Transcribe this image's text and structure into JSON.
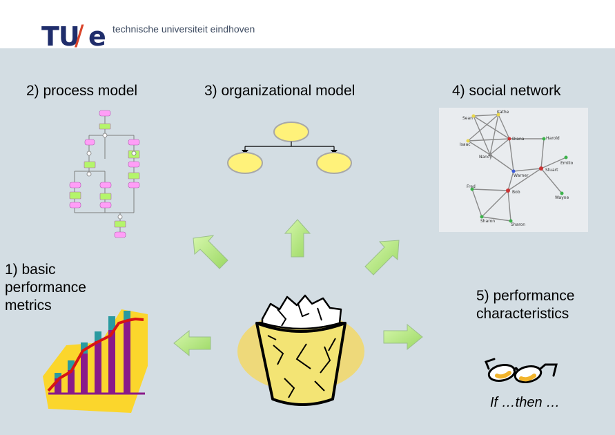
{
  "header": {
    "logo_tu": "TU",
    "logo_slash": "/",
    "logo_e": "e",
    "institution": "technische universiteit eindhoven"
  },
  "labels": {
    "process_model": "2) process model",
    "organizational_model": "3) organizational model",
    "social_network": "4) social network",
    "basic_metrics": "1) basic performance metrics",
    "performance_characteristics": "5) performance characteristics",
    "if_then": "If …then …"
  },
  "social_network_nodes": [
    "Sean",
    "Kathe",
    "Diana",
    "Harold",
    "Isaac",
    "Nancy",
    "Emilio",
    "Warner",
    "Fred",
    "Stuart",
    "Wayne",
    "Bob",
    "Sharon"
  ],
  "colors": {
    "background": "#d3dde3",
    "arrow_fill": "#b8ec7c",
    "org_node_fill": "#fff27a",
    "process_task_fill": "#ff9ef7",
    "process_event_fill": "#b4f56b",
    "bin_blob": "#eed97a",
    "chart_bar_purple": "#8a1a8a",
    "chart_bar_teal": "#2a9aa0",
    "chart_line_red": "#d81414"
  },
  "icons": [
    "wastebasket-icon",
    "glasses-icon",
    "bar-chart-clipart-icon"
  ]
}
